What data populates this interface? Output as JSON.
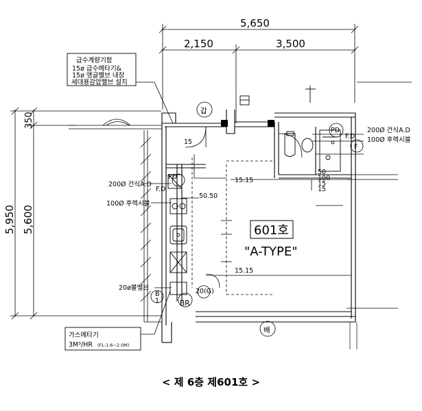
{
  "dimensions": {
    "top_total": "5,650",
    "top_left": "2,150",
    "top_right": "3,500",
    "left_outer": "5,950",
    "left_inner": "5,600",
    "left_top": "350"
  },
  "notes": {
    "water_meter": [
      "급수계량기함",
      "15ø 급수메타기&",
      "15ø 앵글밸브 내장",
      "세대용감압밸브 설치"
    ],
    "gas_meter": [
      "가스메타기",
      "3M³/HR"
    ],
    "gas_meter_small": "(FL:1.6~2.0M)"
  },
  "labels": {
    "gap": "갑",
    "bae": "배",
    "pd": "PD",
    "fd": "F.D",
    "dry_200": "200Ø 건식A.D",
    "rear_100": "100Ø 후렉시블",
    "dry_200_right": "200Ø 건식A.D",
    "fd_right": "F.D",
    "rear_100_right": "100Ø 후렉시블",
    "pd_right": "PD",
    "h_15": "15",
    "h_1515_a": "15.15",
    "h_1515_b": "15.15",
    "h_5050": "50.50",
    "h_50": "50",
    "h_100": "100",
    "h_15_b": "15",
    "h_15_c": "15",
    "valve_20": "20ø볼밸브",
    "g_20": "20(G)",
    "br": "BR",
    "b1_top": "B",
    "b1_bottom": "1",
    "f_mark": "F"
  },
  "room": {
    "number": "601호",
    "type": "\"A-TYPE\""
  },
  "caption": "< 제 6층 제601호 >"
}
